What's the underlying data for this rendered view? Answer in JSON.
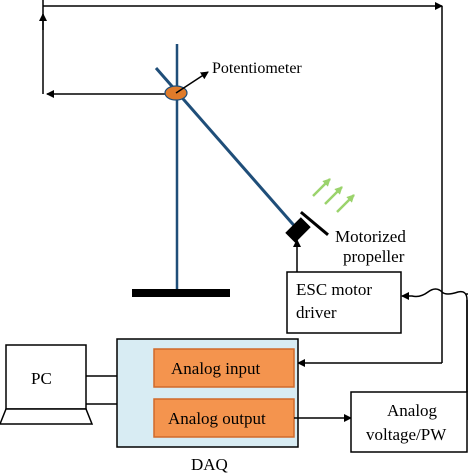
{
  "labels": {
    "potentiometer": "Potentiometer",
    "motorized_line1": "Motorized",
    "motorized_line2": "propeller",
    "esc_line1": "ESC motor",
    "esc_line2": "driver",
    "pc": "PC",
    "analog_input": "Analog input",
    "analog_output": "Analog output",
    "analog_vpw_line1": "Analog",
    "analog_vpw_line2": "voltage/PW",
    "daq": "DAQ"
  },
  "colors": {
    "pivot": "#e07b2a",
    "orange_block": "#f4944e",
    "daq_fill": "#d8ecf3",
    "arrow_green": "#9bd36c",
    "pendulum": "#1f4e79"
  }
}
